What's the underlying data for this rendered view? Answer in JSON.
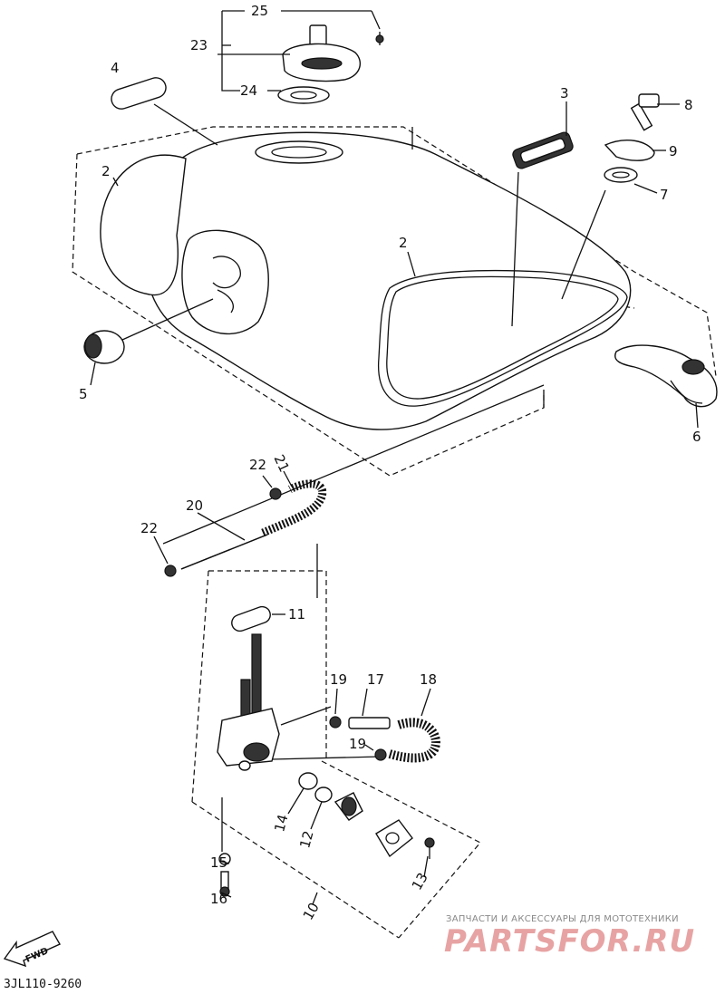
{
  "diagram_code": "3JL110-9260",
  "direction_arrow": "FWD",
  "watermark": {
    "tagline": "ЗАПЧАСТИ И АКСЕССУАРЫ ДЛЯ МОТОТЕХНИКИ",
    "brand": "PARTSFOR.RU"
  },
  "callouts": [
    {
      "id": "c25",
      "text": "25"
    },
    {
      "id": "c23",
      "text": "23"
    },
    {
      "id": "c24",
      "text": "24"
    },
    {
      "id": "c4",
      "text": "4"
    },
    {
      "id": "c3",
      "text": "3"
    },
    {
      "id": "c8",
      "text": "8"
    },
    {
      "id": "c9",
      "text": "9"
    },
    {
      "id": "c7",
      "text": "7"
    },
    {
      "id": "c2a",
      "text": "2"
    },
    {
      "id": "c2b",
      "text": "2"
    },
    {
      "id": "c5",
      "text": "5"
    },
    {
      "id": "c6",
      "text": "6"
    },
    {
      "id": "c21",
      "text": "21"
    },
    {
      "id": "c22a",
      "text": "22"
    },
    {
      "id": "c20",
      "text": "20"
    },
    {
      "id": "c22b",
      "text": "22"
    },
    {
      "id": "c11",
      "text": "11"
    },
    {
      "id": "c19a",
      "text": "19"
    },
    {
      "id": "c17",
      "text": "17"
    },
    {
      "id": "c18",
      "text": "18"
    },
    {
      "id": "c19b",
      "text": "19"
    },
    {
      "id": "c14",
      "text": "14"
    },
    {
      "id": "c12",
      "text": "12"
    },
    {
      "id": "c15",
      "text": "15"
    },
    {
      "id": "c16",
      "text": "16"
    },
    {
      "id": "c13",
      "text": "13"
    },
    {
      "id": "c10",
      "text": "10"
    }
  ]
}
